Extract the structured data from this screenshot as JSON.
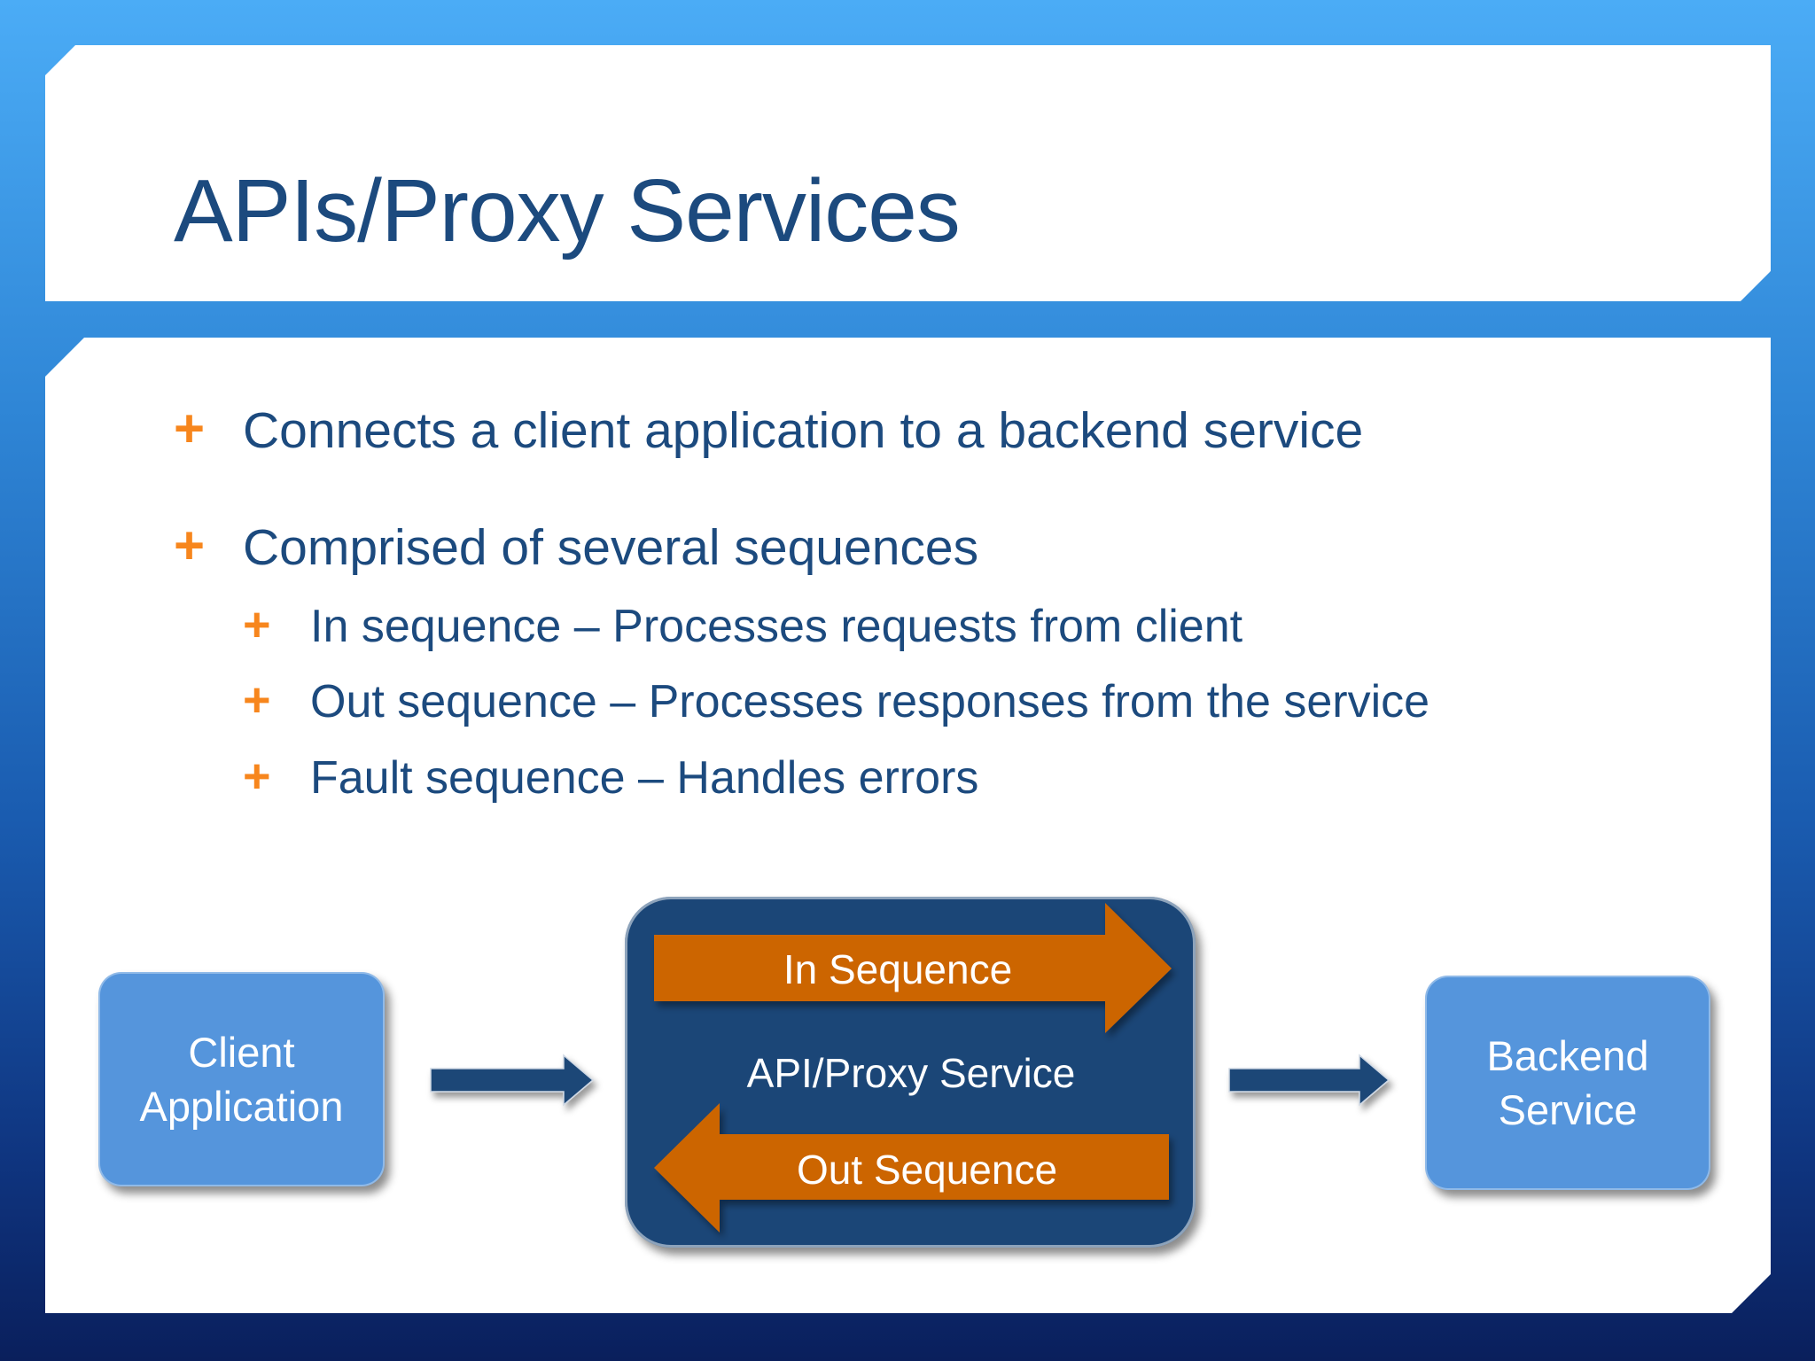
{
  "title": "APIs/Proxy Services",
  "bullets": [
    {
      "text": "Connects a client application to a backend service"
    },
    {
      "text": "Comprised of several sequences",
      "sub": [
        "In sequence – Processes requests from client",
        "Out sequence – Processes responses from the service",
        "Fault sequence – Handles errors"
      ]
    }
  ],
  "bullet_marker": "+",
  "diagram": {
    "client": "Client Application",
    "proxy": "API/Proxy Service",
    "in_sequence": "In Sequence",
    "out_sequence": "Out Sequence",
    "backend": "Backend Service"
  },
  "colors": {
    "title": "#1c4a7e",
    "accent": "#f7861d",
    "box": "#5595dc",
    "proxy": "#1b4677",
    "arrow": "#cc6500"
  }
}
